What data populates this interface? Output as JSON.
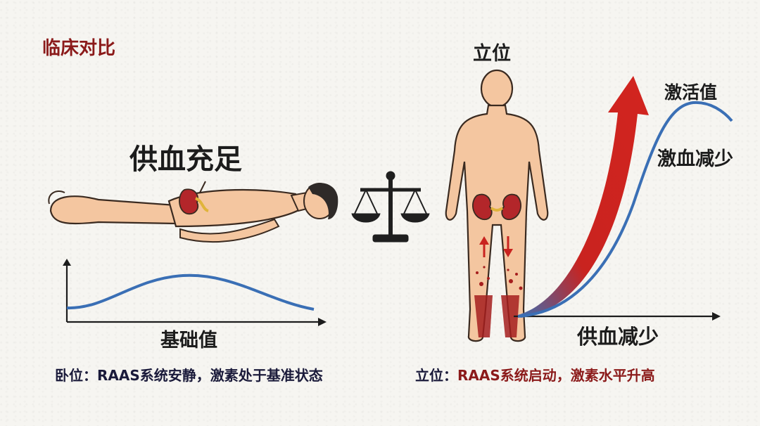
{
  "title": "临床对比",
  "lying": {
    "label": "供血充足",
    "chart_axis_label": "基础值",
    "caption_prefix": "卧位：",
    "caption_text": "RAAS系统安静，激素处于基准状态"
  },
  "standing": {
    "label": "立位",
    "curve_label_top": "激活值",
    "curve_label_right": "激血减少",
    "chart_axis_label": "供血减少",
    "caption_prefix": "立位：",
    "caption_text": "RAAS系统启动，激素水平升高"
  },
  "colors": {
    "title_red": "#8b1a1a",
    "arrow_red": "#c9231f",
    "curve_blue": "#3a6fb5",
    "skin": "#f4c6a0",
    "kidney": "#b3262a",
    "blood": "#a51d1d",
    "scale": "#1f1f1f"
  },
  "icons": [
    "reclining-body-icon",
    "kidney-icon",
    "balance-scale-icon",
    "standing-body-icon",
    "up-arrow-icon",
    "down-arrow-icon"
  ]
}
